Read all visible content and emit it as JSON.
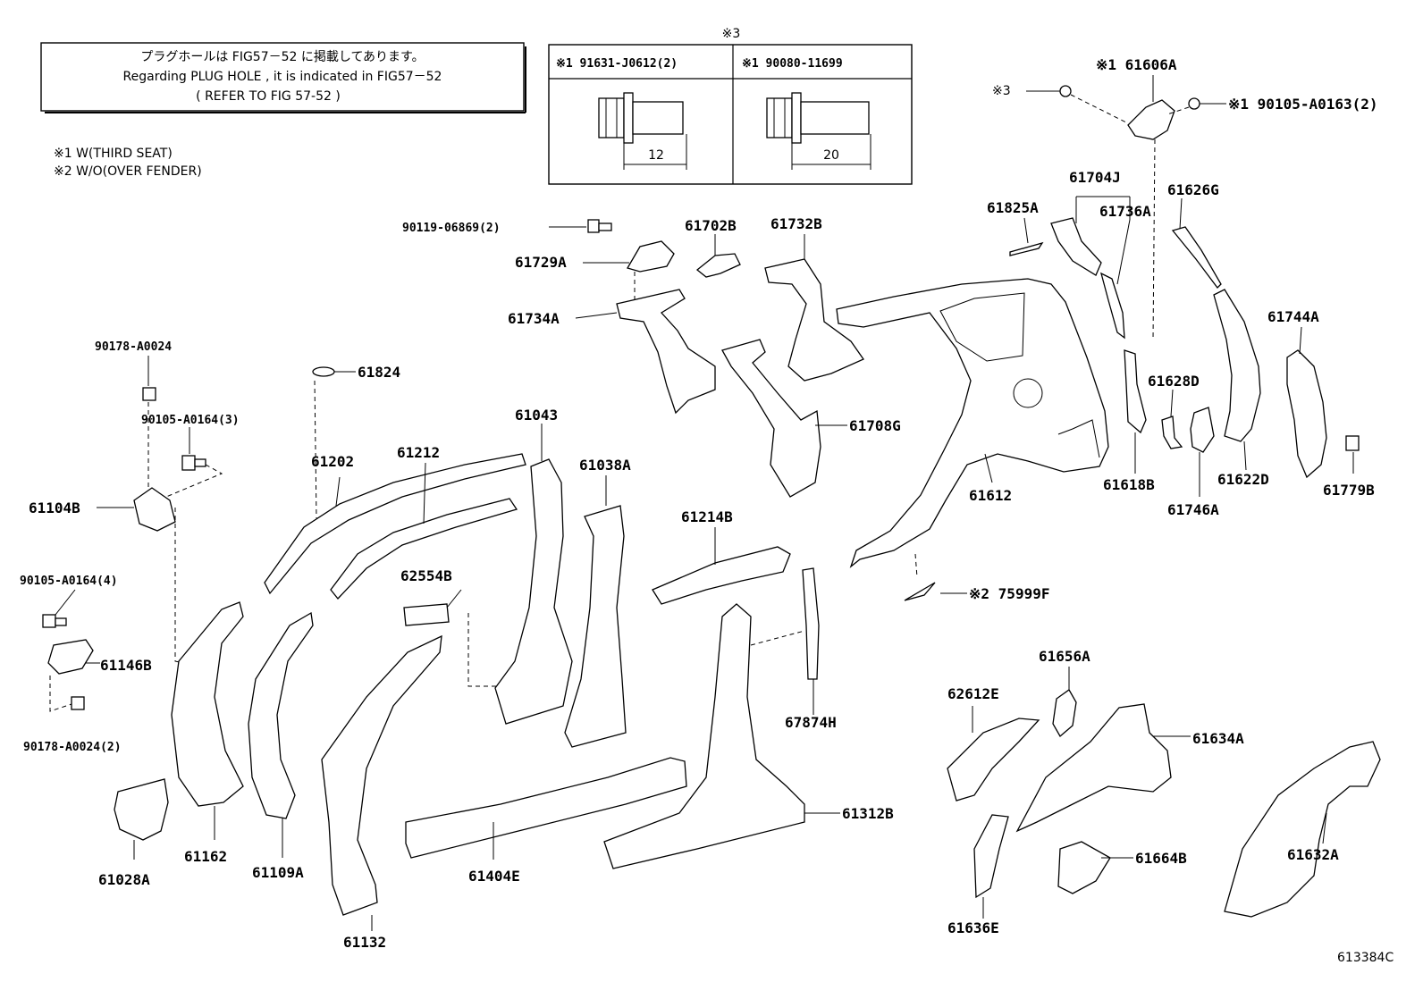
{
  "notice": {
    "line1": "プラグホールは FIG57－52 に掲載してあります。",
    "line2": "Regarding PLUG HOLE , it is indicated in FIG57－52",
    "line3": "(    REFER TO FIG 57-52    )"
  },
  "legend": {
    "note1": "※1  W(THIRD SEAT)",
    "note2": "※2  W/O(OVER FENDER)"
  },
  "bolt_table": {
    "title": "※3",
    "col1_header": "※1 91631-J0612(2)",
    "col2_header": "※1 90080-11699",
    "col1_dim": "12",
    "col2_dim": "20"
  },
  "labels": {
    "p61606A": "※1 61606A",
    "p61606A_mark": "※3",
    "p90105_A0163": "※1 90105-A0163(2)",
    "p90119": "90119-06869(2)",
    "p61702B": "61702B",
    "p61732B": "61732B",
    "p61729A": "61729A",
    "p61734A": "61734A",
    "p61704J": "61704J",
    "p61825A": "61825A",
    "p61736A": "61736A",
    "p61626G": "61626G",
    "p90178_A0024": "90178-A0024",
    "p61824": "61824",
    "p90105_A0164_3": "90105-A0164(3)",
    "p61043": "61043",
    "p61212": "61212",
    "p61202": "61202",
    "p61038A": "61038A",
    "p61708G": "61708G",
    "p61628D": "61628D",
    "p61744A": "61744A",
    "p61104B": "61104B",
    "p61612": "61612",
    "p61618B": "61618B",
    "p61622D": "61622D",
    "p61779B": "61779B",
    "p61746A": "61746A",
    "p61214B": "61214B",
    "p62554B": "62554B",
    "p90105_A0164_4": "90105-A0164(4)",
    "p75999F": "※2 75999F",
    "p61146B": "61146B",
    "p61656A": "61656A",
    "p62612E": "62612E",
    "p61634A": "61634A",
    "p90178_A0024_2": "90178-A0024(2)",
    "p67874H": "67874H",
    "p61312B": "61312B",
    "p61162": "61162",
    "p61109A": "61109A",
    "p61028A": "61028A",
    "p61404E": "61404E",
    "p61664B": "61664B",
    "p61632A": "61632A",
    "p61636E": "61636E",
    "p61132": "61132"
  },
  "figure_code": "613384C"
}
